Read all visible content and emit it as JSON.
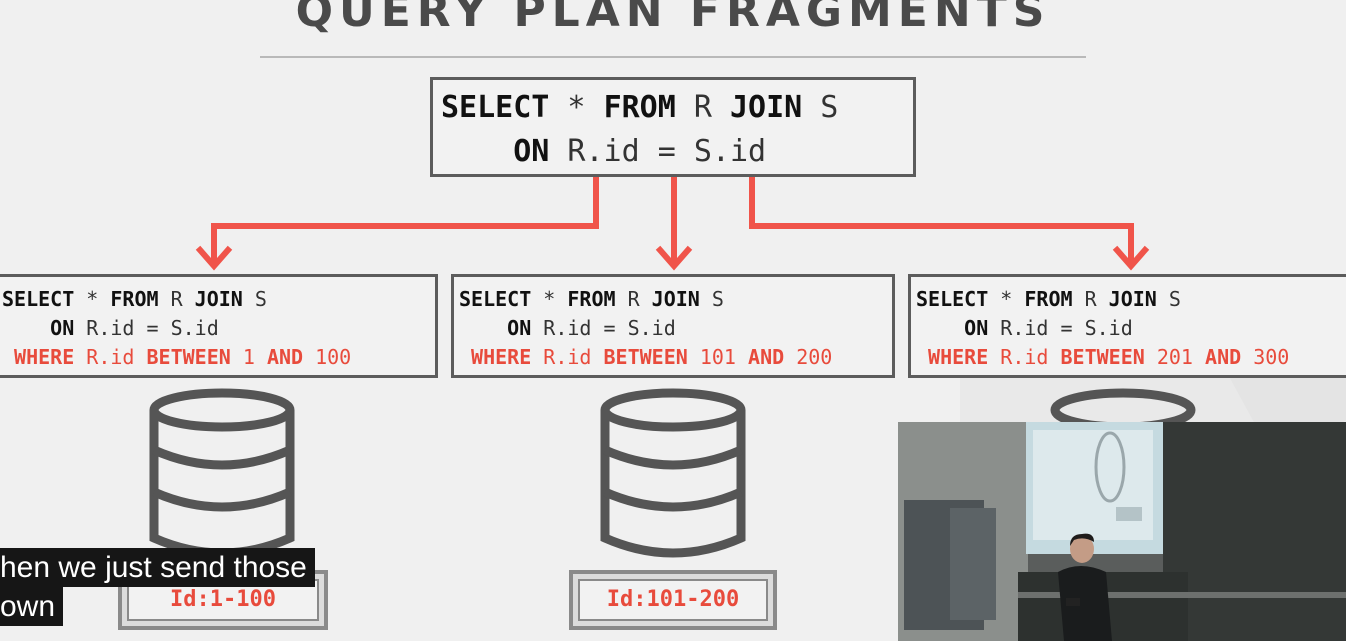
{
  "slide": {
    "title": "QUERY PLAN FRAGMENTS",
    "main_query": {
      "line1": [
        "SELECT",
        " * ",
        "FROM",
        " R ",
        "JOIN",
        " S"
      ],
      "line2": [
        "ON",
        " R.id = S.id"
      ]
    },
    "fragments": [
      {
        "line1": [
          "SELECT",
          " * ",
          "FROM",
          " R ",
          "JOIN",
          " S"
        ],
        "line2": [
          "ON",
          " R.id = S.id"
        ],
        "line3": [
          "WHERE",
          " R.id ",
          "BETWEEN",
          " 1 ",
          "AND",
          " 100"
        ]
      },
      {
        "line1": [
          "SELECT",
          " * ",
          "FROM",
          " R ",
          "JOIN",
          " S"
        ],
        "line2": [
          "ON",
          " R.id = S.id"
        ],
        "line3": [
          "WHERE",
          " R.id ",
          "BETWEEN",
          " 101 ",
          "AND",
          " 200"
        ]
      },
      {
        "line1": [
          "SELECT",
          " * ",
          "FROM",
          " R ",
          "JOIN",
          " S"
        ],
        "line2": [
          "ON",
          " R.id = S.id"
        ],
        "line3": [
          "WHERE",
          " R.id ",
          "BETWEEN",
          " 201 ",
          "AND",
          " 300"
        ]
      }
    ],
    "partition_labels": [
      "Id:1-100",
      "Id:101-200"
    ],
    "arrow_color": "#f0544a",
    "db_icon": "database-icon"
  },
  "caption": {
    "line1": "hen we just send those",
    "line2": "own"
  },
  "webcam": {
    "icon": "webcam-video-feed"
  }
}
